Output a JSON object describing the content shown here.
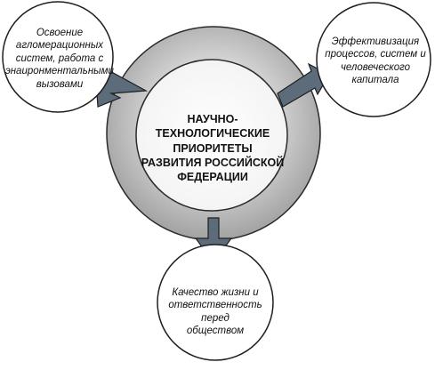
{
  "diagram": {
    "center": {
      "lines": [
        "НАУЧНО-ТЕХНОЛОГИЧЕСКИЕ",
        "ПРИОРИТЕТЫ",
        "РАЗВИТИЯ РОССИЙСКОЙ",
        "ФЕДЕРАЦИИ"
      ]
    },
    "nodes": {
      "top_left": {
        "lines": [
          "Освоение",
          "агломерационных",
          "систем, работа с",
          "энаиронментальными",
          "вызовами"
        ]
      },
      "top_right": {
        "lines": [
          "Эффективизация",
          "процессов, систем и",
          "человеческого",
          "капитала"
        ]
      },
      "bottom": {
        "lines": [
          "Качество жизни и",
          "ответственность перед",
          "обществом"
        ]
      }
    },
    "colors": {
      "outer_ring": "#a9a9a9",
      "outer_ring_light": "#e6e6e6",
      "inner_circle": "#ffffff",
      "satellite_fill": "#ffffff",
      "stroke": "#1f1f1f",
      "arrow_fill": "#5d6c7b"
    }
  }
}
